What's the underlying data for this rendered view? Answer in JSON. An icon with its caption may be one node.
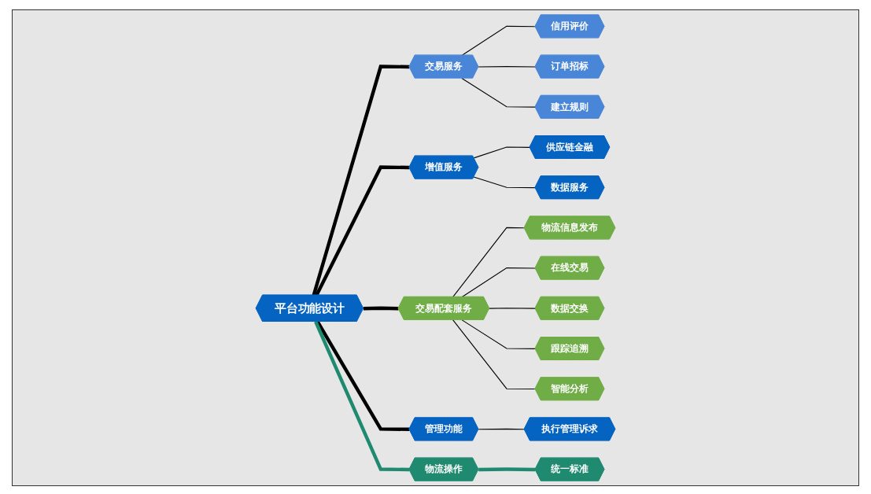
{
  "diagram": {
    "nodes": [
      {
        "text": [
          "平台功能设计"
        ]
      },
      {
        "text": [
          "交易服务"
        ]
      },
      {
        "text": [
          "信用评价"
        ]
      },
      {
        "text": [
          "订单招标"
        ]
      },
      {
        "text": [
          "建立规则"
        ]
      },
      {
        "text": [
          "增值服务"
        ]
      },
      {
        "text": [
          "供应链金融"
        ]
      },
      {
        "text": [
          "数据服务"
        ]
      },
      {
        "text": [
          "交易配套服务"
        ]
      },
      {
        "text": [
          "物流信息发布"
        ]
      },
      {
        "text": [
          "在线交易"
        ]
      },
      {
        "text": [
          "数据交换"
        ]
      },
      {
        "text": [
          "跟踪追溯"
        ]
      },
      {
        "text": [
          "智能分析"
        ]
      },
      {
        "text": [
          "管理功能"
        ]
      },
      {
        "text": [
          "执行管理诉求"
        ]
      },
      {
        "text": [
          "物流操作"
        ]
      },
      {
        "text": [
          "统一标准"
        ]
      }
    ],
    "edges": [
      {
        "from": 0,
        "to": 1,
        "arrow": "none",
        "style": "thick"
      },
      {
        "from": 0,
        "to": 5,
        "arrow": "none",
        "style": "thick"
      },
      {
        "from": 0,
        "to": 8,
        "arrow": "none",
        "style": "thick"
      },
      {
        "from": 0,
        "to": 14,
        "arrow": "none",
        "style": "thick"
      },
      {
        "from": 0,
        "to": 16,
        "arrow": "none",
        "style": "thick",
        "color": "#1f8a70"
      },
      {
        "from": 1,
        "to": 2,
        "arrow": "none"
      },
      {
        "from": 1,
        "to": 3,
        "arrow": "none"
      },
      {
        "from": 1,
        "to": 4,
        "arrow": "none"
      },
      {
        "from": 5,
        "to": 6,
        "arrow": "none"
      },
      {
        "from": 5,
        "to": 7,
        "arrow": "none"
      },
      {
        "from": 8,
        "to": 9,
        "arrow": "none"
      },
      {
        "from": 8,
        "to": 10,
        "arrow": "none"
      },
      {
        "from": 8,
        "to": 11,
        "arrow": "none"
      },
      {
        "from": 8,
        "to": 12,
        "arrow": "none"
      },
      {
        "from": 8,
        "to": 13,
        "arrow": "none"
      },
      {
        "from": 14,
        "to": 15,
        "arrow": "none"
      },
      {
        "from": 16,
        "to": 17,
        "arrow": "none",
        "style": "thick",
        "color": "#1f8a70"
      }
    ]
  }
}
